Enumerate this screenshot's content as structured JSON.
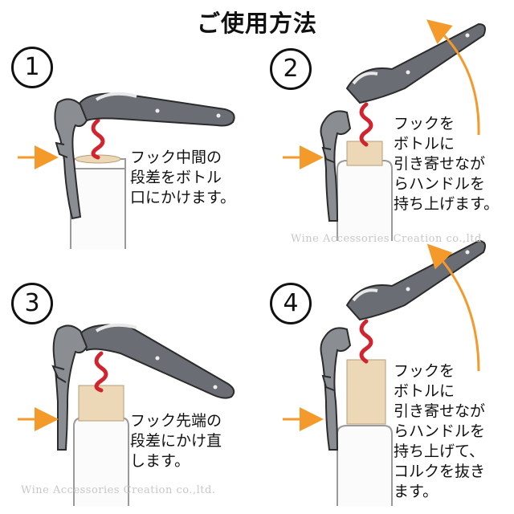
{
  "title": "ご使用方法",
  "steps": [
    {
      "number": "1",
      "lines": [
        "フック中間の",
        "段差をボトル",
        "口にかけます。"
      ]
    },
    {
      "number": "2",
      "lines": [
        "フックを",
        "ボトルに",
        "引き寄せなが",
        "らハンドルを",
        "持ち上げます。"
      ]
    },
    {
      "number": "3",
      "lines": [
        "フック先端の",
        "段差にかけ直",
        "します。"
      ]
    },
    {
      "number": "4",
      "lines": [
        "フックを",
        "ボトルに",
        "引き寄せなが",
        "らハンドルを",
        "持ち上げて、",
        "コルクを抜き",
        "ます。"
      ]
    }
  ],
  "watermarks": [
    "Wine Accessories Creation co.,ltd.",
    "Wine Accessories Creation co.,ltd."
  ],
  "colors": {
    "arrow": "#f39a2b",
    "corkscrew_body": "#6a6d73",
    "worm": "#d0242e",
    "cork": "#ecd8b6",
    "bottle_stroke": "#9a9a9a"
  }
}
